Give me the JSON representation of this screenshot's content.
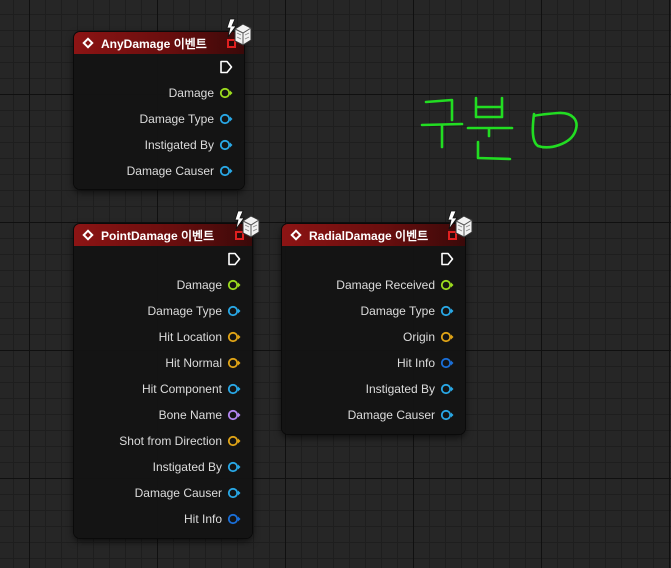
{
  "colors": {
    "header_red": "#8c1414",
    "delegate_pin": "#e02020",
    "float_pin": "#9cdc1e",
    "object_pin": "#29a8e6",
    "struct_pin": "#e0a416",
    "name_pin": "#b386f2",
    "annotation": "#22dd22"
  },
  "nodes": [
    {
      "title": "AnyDamage 이벤트",
      "pins": [
        {
          "label": "Damage",
          "type": "float",
          "color": "#9cdc1e"
        },
        {
          "label": "Damage Type",
          "type": "object",
          "color": "#29a8e6"
        },
        {
          "label": "Instigated By",
          "type": "object",
          "color": "#29a8e6"
        },
        {
          "label": "Damage Causer",
          "type": "object",
          "color": "#29a8e6"
        }
      ]
    },
    {
      "title": "PointDamage 이벤트",
      "pins": [
        {
          "label": "Damage",
          "type": "float",
          "color": "#9cdc1e"
        },
        {
          "label": "Damage Type",
          "type": "object",
          "color": "#29a8e6"
        },
        {
          "label": "Hit Location",
          "type": "struct",
          "color": "#e0a416"
        },
        {
          "label": "Hit Normal",
          "type": "struct",
          "color": "#e0a416"
        },
        {
          "label": "Hit Component",
          "type": "object",
          "color": "#29a8e6"
        },
        {
          "label": "Bone Name",
          "type": "name",
          "color": "#b386f2"
        },
        {
          "label": "Shot from Direction",
          "type": "struct",
          "color": "#e0a416"
        },
        {
          "label": "Instigated By",
          "type": "object",
          "color": "#29a8e6"
        },
        {
          "label": "Damage Causer",
          "type": "object",
          "color": "#29a8e6"
        },
        {
          "label": "Hit Info",
          "type": "struct-hitresult",
          "color": "#1a6fd8"
        }
      ]
    },
    {
      "title": "RadialDamage 이벤트",
      "pins": [
        {
          "label": "Damage Received",
          "type": "float",
          "color": "#9cdc1e"
        },
        {
          "label": "Damage Type",
          "type": "object",
          "color": "#29a8e6"
        },
        {
          "label": "Origin",
          "type": "struct",
          "color": "#e0a416"
        },
        {
          "label": "Hit Info",
          "type": "struct-hitresult",
          "color": "#1a6fd8"
        },
        {
          "label": "Instigated By",
          "type": "object",
          "color": "#29a8e6"
        },
        {
          "label": "Damage Causer",
          "type": "object",
          "color": "#29a8e6"
        }
      ]
    }
  ],
  "annotation": {
    "text": "구분0",
    "icon": "handwritten-annotation"
  }
}
